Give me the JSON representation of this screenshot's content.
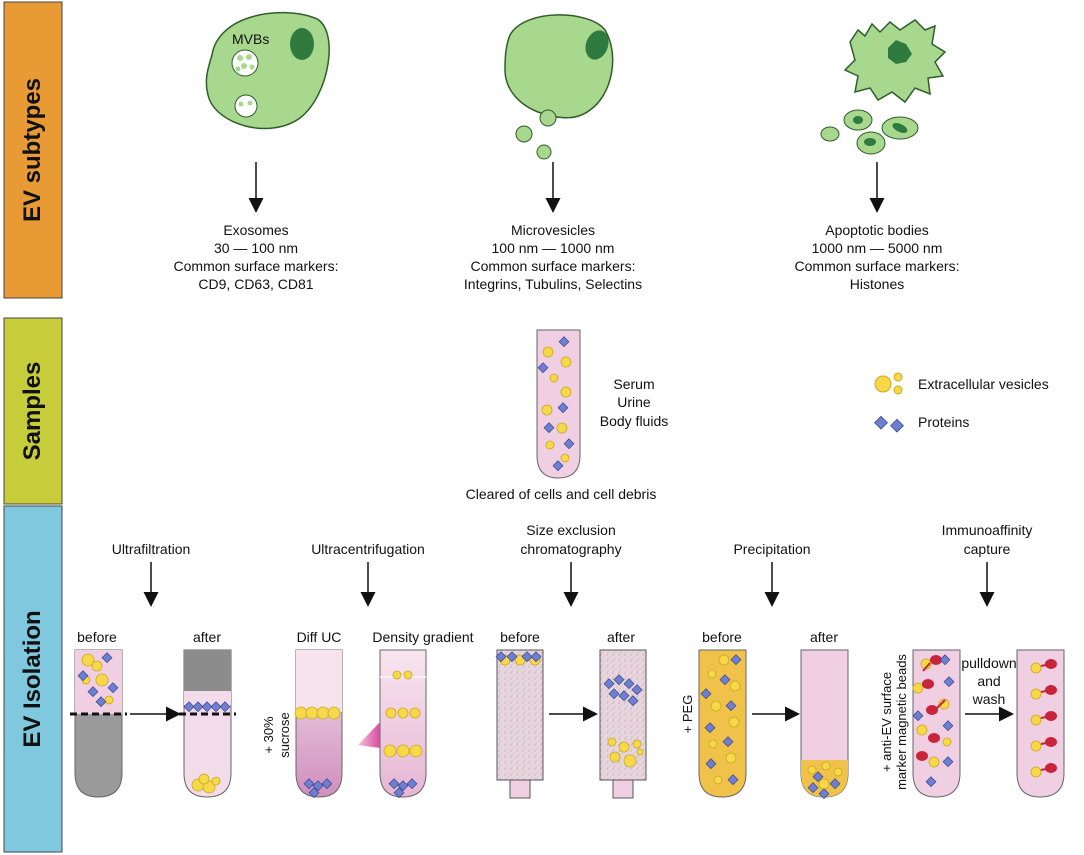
{
  "sections": {
    "ev_subtypes": "EV subtypes",
    "samples": "Samples",
    "ev_isolation": "EV Isolation"
  },
  "subtypes": {
    "mvbs_label": "MVBs",
    "exosomes": [
      "Exosomes",
      "30 — 100 nm",
      "Common surface markers:",
      "CD9, CD63, CD81"
    ],
    "microvesicles": [
      "Microvesicles",
      "100 nm — 1000 nm",
      "Common surface markers:",
      "Integrins, Tubulins, Selectins"
    ],
    "apoptotic": [
      "Apoptotic bodies",
      "1000 nm — 5000 nm",
      "Common surface markers:",
      "Histones"
    ]
  },
  "samples": {
    "fluids": [
      "Serum",
      "Urine",
      "Body fluids"
    ],
    "cleared": "Cleared of cells and cell debris",
    "legend": {
      "vesicles": "Extracellular vesicles",
      "proteins": "Proteins"
    }
  },
  "isolation": {
    "methods": {
      "ultrafiltration": [
        "Ultrafiltration"
      ],
      "ultracentrifugation": [
        "Ultracentrifugation"
      ],
      "sec": [
        "Size exclusion",
        "chromatography"
      ],
      "precipitation": [
        "Precipitation"
      ],
      "immunoaffinity": [
        "Immunoaffinity",
        "capture"
      ]
    },
    "before": "before",
    "after": "after",
    "diff_uc": "Diff UC",
    "density_gradient": "Density gradient",
    "sucrose": [
      "+ 30%",
      "sucrose"
    ],
    "peg": "+ PEG",
    "beads": [
      "+ anti-EV surface",
      "marker magnetic beads"
    ],
    "pulldown": [
      "pulldown",
      "and",
      "wash"
    ]
  },
  "colors": {
    "subtypes_band": "#e89a34",
    "samples_band": "#c6cc3a",
    "isolation_band": "#80c8de",
    "cell_fill": "#a8d88e",
    "nucleus": "#2f7a3e",
    "tube_fill": "#f0cfe3",
    "vesicle": "#f6d84a",
    "protein": "#6f7fd0",
    "precip_fill": "#f0c24a",
    "bead_red": "#c8243a",
    "filter_gray": "#9a9a9a"
  }
}
